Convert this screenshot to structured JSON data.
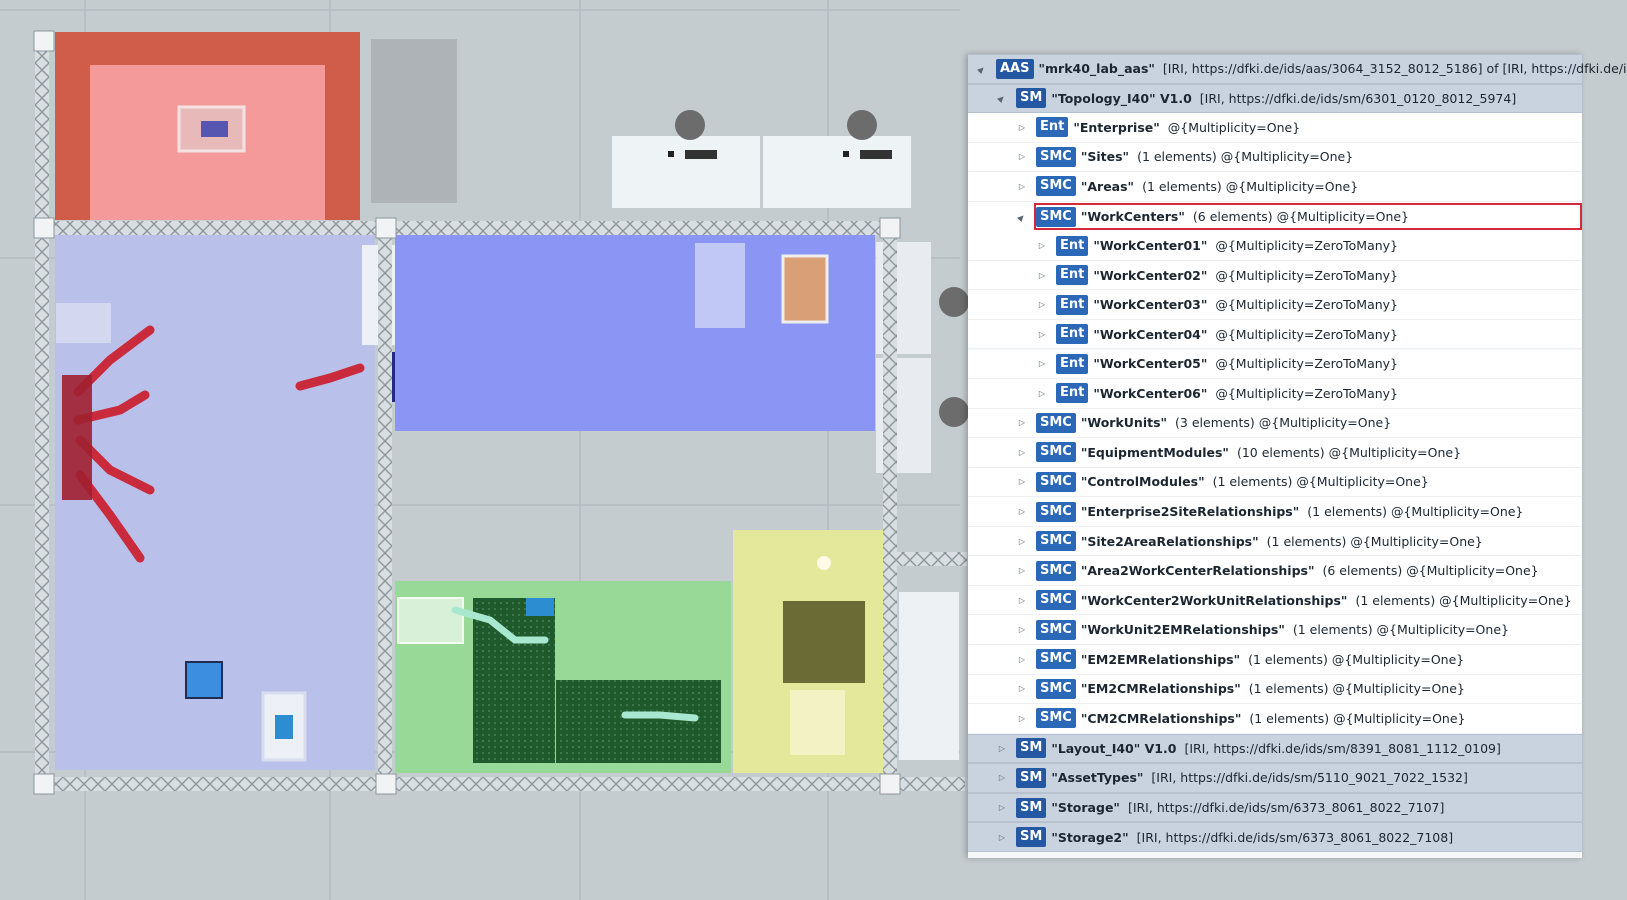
{
  "aas_tree": {
    "nodes": [
      {
        "depth": 0,
        "expanded": true,
        "type": "AAS",
        "label": "\"mrk40_lab_aas\"",
        "info": "[IRI, https://dfki.de/ids/aas/3064_3152_8012_5186] of [IRI, https://dfki.de/i",
        "style": "tint"
      },
      {
        "depth": 1,
        "expanded": true,
        "type": "SM",
        "label": "\"Topology_I40\" V1.0",
        "info": "[IRI, https://dfki.de/ids/sm/6301_0120_8012_5974]",
        "style": "tint"
      },
      {
        "depth": 2,
        "expanded": false,
        "type": "Ent",
        "label": "\"Enterprise\"",
        "info": "@{Multiplicity=One}",
        "style": "plain"
      },
      {
        "depth": 2,
        "expanded": false,
        "type": "SMC",
        "label": "\"Sites\"",
        "info": "(1 elements) @{Multiplicity=One}",
        "style": "plain"
      },
      {
        "depth": 2,
        "expanded": false,
        "type": "SMC",
        "label": "\"Areas\"",
        "info": "(1 elements) @{Multiplicity=One}",
        "style": "plain"
      },
      {
        "depth": 2,
        "expanded": true,
        "type": "SMC",
        "label": "\"WorkCenters\"",
        "info": "(6 elements) @{Multiplicity=One}",
        "style": "sel",
        "selected": true
      },
      {
        "depth": 3,
        "expanded": false,
        "type": "Ent",
        "label": "\"WorkCenter01\"",
        "info": "@{Multiplicity=ZeroToMany}",
        "style": "plain"
      },
      {
        "depth": 3,
        "expanded": false,
        "type": "Ent",
        "label": "\"WorkCenter02\"",
        "info": "@{Multiplicity=ZeroToMany}",
        "style": "plain"
      },
      {
        "depth": 3,
        "expanded": false,
        "type": "Ent",
        "label": "\"WorkCenter03\"",
        "info": "@{Multiplicity=ZeroToMany}",
        "style": "plain"
      },
      {
        "depth": 3,
        "expanded": false,
        "type": "Ent",
        "label": "\"WorkCenter04\"",
        "info": "@{Multiplicity=ZeroToMany}",
        "style": "plain"
      },
      {
        "depth": 3,
        "expanded": false,
        "type": "Ent",
        "label": "\"WorkCenter05\"",
        "info": "@{Multiplicity=ZeroToMany}",
        "style": "plain"
      },
      {
        "depth": 3,
        "expanded": false,
        "type": "Ent",
        "label": "\"WorkCenter06\"",
        "info": "@{Multiplicity=ZeroToMany}",
        "style": "plain"
      },
      {
        "depth": 2,
        "expanded": false,
        "type": "SMC",
        "label": "\"WorkUnits\"",
        "info": "(3 elements) @{Multiplicity=One}",
        "style": "plain"
      },
      {
        "depth": 2,
        "expanded": false,
        "type": "SMC",
        "label": "\"EquipmentModules\"",
        "info": "(10 elements) @{Multiplicity=One}",
        "style": "plain"
      },
      {
        "depth": 2,
        "expanded": false,
        "type": "SMC",
        "label": "\"ControlModules\"",
        "info": "(1 elements) @{Multiplicity=One}",
        "style": "plain"
      },
      {
        "depth": 2,
        "expanded": false,
        "type": "SMC",
        "label": "\"Enterprise2SiteRelationships\"",
        "info": "(1 elements) @{Multiplicity=One}",
        "style": "plain"
      },
      {
        "depth": 2,
        "expanded": false,
        "type": "SMC",
        "label": "\"Site2AreaRelationships\"",
        "info": "(1 elements) @{Multiplicity=One}",
        "style": "plain"
      },
      {
        "depth": 2,
        "expanded": false,
        "type": "SMC",
        "label": "\"Area2WorkCenterRelationships\"",
        "info": "(6 elements) @{Multiplicity=One}",
        "style": "plain"
      },
      {
        "depth": 2,
        "expanded": false,
        "type": "SMC",
        "label": "\"WorkCenter2WorkUnitRelationships\"",
        "info": "(1 elements) @{Multiplicity=One}",
        "style": "plain"
      },
      {
        "depth": 2,
        "expanded": false,
        "type": "SMC",
        "label": "\"WorkUnit2EMRelationships\"",
        "info": "(1 elements) @{Multiplicity=One}",
        "style": "plain"
      },
      {
        "depth": 2,
        "expanded": false,
        "type": "SMC",
        "label": "\"EM2EMRelationships\"",
        "info": "(1 elements) @{Multiplicity=One}",
        "style": "plain"
      },
      {
        "depth": 2,
        "expanded": false,
        "type": "SMC",
        "label": "\"EM2CMRelationships\"",
        "info": "(1 elements) @{Multiplicity=One}",
        "style": "plain"
      },
      {
        "depth": 2,
        "expanded": false,
        "type": "SMC",
        "label": "\"CM2CMRelationships\"",
        "info": "(1 elements) @{Multiplicity=One}",
        "style": "plain"
      },
      {
        "depth": 1,
        "expanded": false,
        "type": "SM",
        "label": "\"Layout_I40\" V1.0",
        "info": "[IRI, https://dfki.de/ids/sm/8391_8081_1112_0109]",
        "style": "tint"
      },
      {
        "depth": 1,
        "expanded": false,
        "type": "SM",
        "label": "\"AssetTypes\"",
        "info": "[IRI, https://dfki.de/ids/sm/5110_9021_7022_1532]",
        "style": "tint"
      },
      {
        "depth": 1,
        "expanded": false,
        "type": "SM",
        "label": "\"Storage\"",
        "info": "[IRI, https://dfki.de/ids/sm/6373_8061_8022_7107]",
        "style": "tint"
      },
      {
        "depth": 1,
        "expanded": false,
        "type": "SM",
        "label": "\"Storage2\"",
        "info": "[IRI, https://dfki.de/ids/sm/6373_8061_8022_7108]",
        "style": "tint"
      }
    ]
  },
  "colors": {
    "floor": "#c4ccd0",
    "zone_red": "#f08c8c",
    "zone_lavender": "#b8bfe8",
    "zone_blue": "#8a94f4",
    "zone_green": "#96d896",
    "zone_yellow": "#e2e89a",
    "truss": "#e4e8ec",
    "badge": "#2c68b8",
    "selection": "#d4283c"
  },
  "icons": {
    "expanded": "▲",
    "collapsed": "▷"
  }
}
